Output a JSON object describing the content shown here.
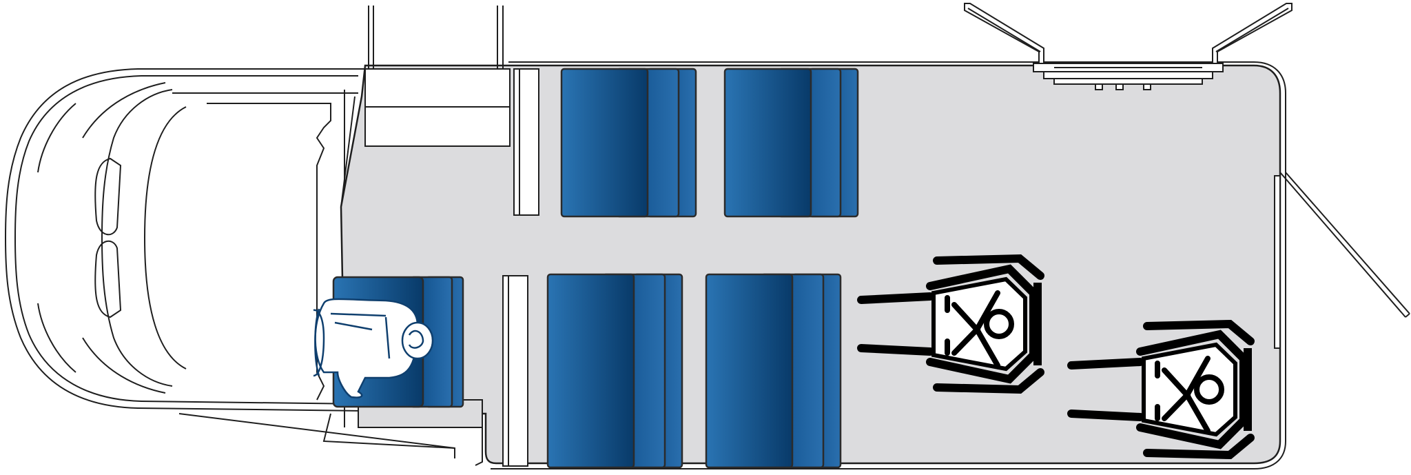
{
  "diagram": {
    "kind": "vehicle-floor-plan",
    "view": "top",
    "colors": {
      "floor": "#dcdcde",
      "outline": "#1e1e1e",
      "seat_dark": "#083a69",
      "seat_light": "#2a74b3",
      "seat_border": "#2b2b2b",
      "driver_figure": "#ffffff",
      "wheelchair": "#000000",
      "background": "#ffffff"
    },
    "elements": {
      "cab": "van-cab-icon",
      "driver": "driver-seat-icon",
      "passenger_rows": 2,
      "passenger_seats_per_row": 2,
      "wheelchair_positions": 2,
      "rear_doors": "double-rear-door-icon",
      "side_door": "sliding-side-door-icon"
    }
  }
}
